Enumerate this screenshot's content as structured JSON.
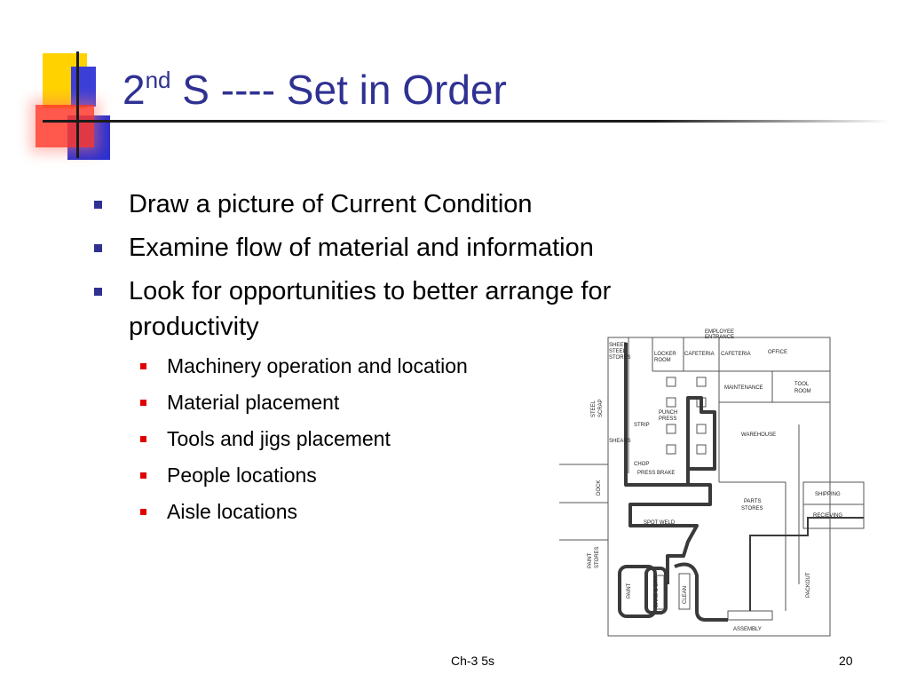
{
  "slide": {
    "title_prefix": "2",
    "title_sup": "nd",
    "title_rest": " S ---- Set in Order",
    "bullets": [
      "Draw a picture of Current Condition",
      "Examine flow of material and information",
      "Look for opportunities to better arrange for productivity"
    ],
    "sub_bullets": [
      "Machinery operation and location",
      "Material placement",
      "Tools and jigs placement",
      "People locations",
      "Aisle locations"
    ],
    "footer_center": "Ch-3 5s",
    "page_number": "20"
  },
  "diagram": {
    "labels": {
      "employee_entrance_1": "EMPLOYEE",
      "employee_entrance_2": "ENTRANCE",
      "sheet": "SHEET",
      "steel": "STEEL",
      "stores": "STORES",
      "locker": "LOCKER",
      "room": "ROOM",
      "cafeteria": "CAFETERIA",
      "cafeteria2": "CAFETERIA",
      "office": "OFFICE",
      "maintenance": "MAINTENANCE",
      "tool": "TOOL",
      "tool_room": "ROOM",
      "steel_v": "STEEL",
      "scrap_v": "SCRAP",
      "punch": "PUNCH",
      "press": "PRESS",
      "strip": "STRIP",
      "warehouse": "WAREHOUSE",
      "shears": "SHEARS",
      "chop": "CHOP",
      "press_brake": "PRESS BRAKE",
      "dock": "DOCK",
      "shipping": "SHIPPING",
      "parts": "PARTS",
      "parts_stores": "STORES",
      "recieving": "RECIEVING",
      "spot_weld": "SPOT WELD",
      "paint_v": "PAINT",
      "stores_v": "STORES",
      "paint": "PAINT",
      "bake_dry": "BAKE & DRY",
      "clean": "CLEAN",
      "packout": "PACKOUT",
      "assembly": "ASSEMBLY"
    }
  }
}
